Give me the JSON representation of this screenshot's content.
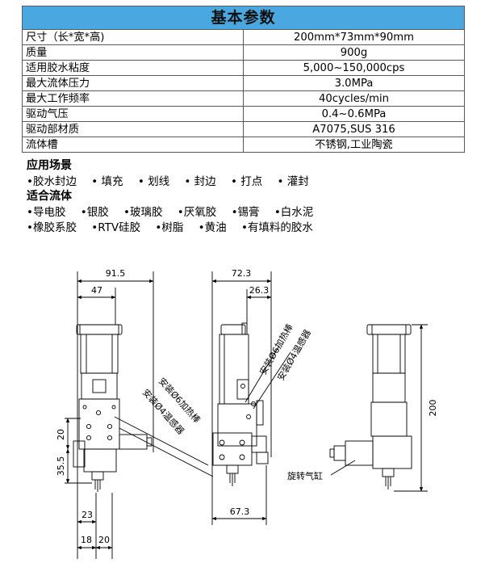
{
  "table": {
    "title": "基本参数",
    "rows": [
      {
        "label": "尺寸（长*宽*高)",
        "value": "200mm*73mm*90mm"
      },
      {
        "label": "质量",
        "value": "900g"
      },
      {
        "label": "适用胶水粘度",
        "value": "5,000~150,000cps"
      },
      {
        "label": "最大流体压力",
        "value": "3.0MPa"
      },
      {
        "label": "最大工作频率",
        "value": "40cycles/min"
      },
      {
        "label": "驱动气压",
        "value": "0.4~0.6MPa"
      },
      {
        "label": "驱动部材质",
        "value": "A7075,SUS 316"
      },
      {
        "label": "流体槽",
        "value": "不锈钢,工业陶瓷"
      }
    ]
  },
  "applications": {
    "heading": "应用场景",
    "items": [
      "•胶水封边",
      "• 填充",
      "• 划线",
      "• 封边",
      "• 打点",
      "• 灌封"
    ]
  },
  "fluids": {
    "heading": "适合流体",
    "row1": [
      "•导电胶",
      "•银胶",
      "•玻璃胶",
      "•厌氧胶",
      "•锡膏",
      "•白水泥"
    ],
    "row2": [
      "•橡胶系胶",
      "•RTV硅胶",
      "•树脂",
      "•黄油",
      "•有填料的胶水"
    ]
  },
  "drawing": {
    "front": {
      "dim_top": "91.5",
      "dim_second": "47",
      "dim_20": "20",
      "dim_35_5": "35.5",
      "dim_23": "23",
      "dim_18": "18",
      "dim_20b": "20",
      "callout_heater": "安装Ø6加热棒",
      "callout_sensor": "安装Ø4温感器"
    },
    "side": {
      "dim_top": "72.3",
      "dim_second": "26.3",
      "dim_bottom": "67.3",
      "callout_heater": "安装Ø6加热棒",
      "callout_sensor": "安装Ø4温感器"
    },
    "right": {
      "dim_height": "200",
      "label_cylinder": "旋转气缸"
    }
  }
}
